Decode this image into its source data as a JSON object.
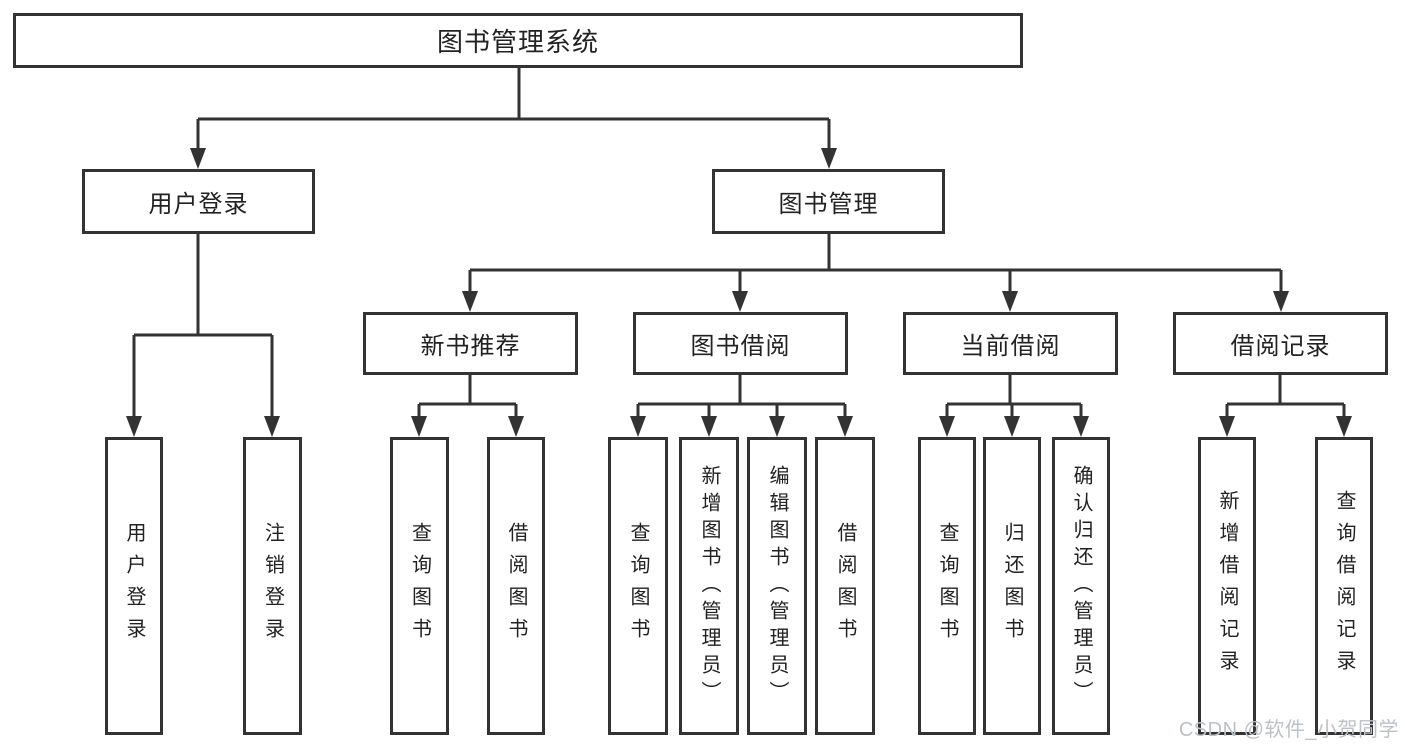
{
  "diagram": {
    "root": {
      "label": "图书管理系统"
    },
    "branches": [
      {
        "label": "用户登录",
        "children": [
          {
            "label": "用户登录"
          },
          {
            "label": "注销登录"
          }
        ]
      },
      {
        "label": "图书管理",
        "children": [
          {
            "label": "新书推荐",
            "children": [
              {
                "label": "查询图书"
              },
              {
                "label": "借阅图书"
              }
            ]
          },
          {
            "label": "图书借阅",
            "children": [
              {
                "label": "查询图书"
              },
              {
                "label": "新增图书（管理员）"
              },
              {
                "label": "编辑图书（管理员）"
              },
              {
                "label": "借阅图书"
              }
            ]
          },
          {
            "label": "当前借阅",
            "children": [
              {
                "label": "查询图书"
              },
              {
                "label": "归还图书"
              },
              {
                "label": "确认归还（管理员）"
              }
            ]
          },
          {
            "label": "借阅记录",
            "children": [
              {
                "label": "新增借阅记录"
              },
              {
                "label": "查询借阅记录"
              }
            ]
          }
        ]
      }
    ]
  },
  "watermark": {
    "text": "CSDN @软件_小贺同学"
  },
  "colors": {
    "line": "#333333",
    "box_border": "#333333",
    "text": "#222222",
    "background": "#ffffff",
    "watermark": "#bdc1c6"
  }
}
